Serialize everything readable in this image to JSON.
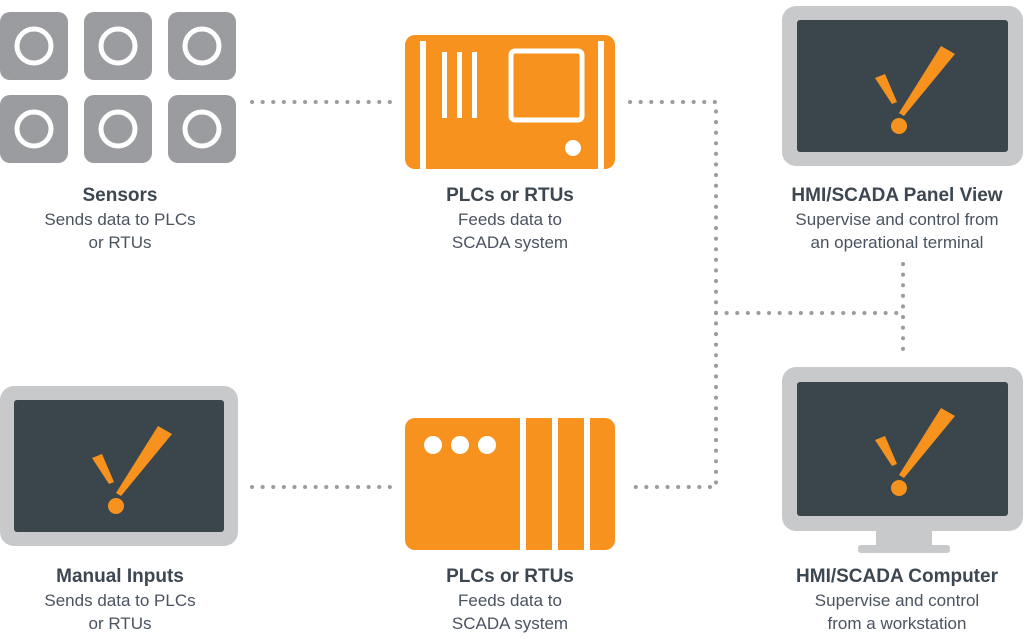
{
  "colors": {
    "accent": "#f7921e",
    "screen": "#3b464c",
    "frame": "#c8c9cb",
    "sensor": "#9b9ca0",
    "connector": "#9b9ca0",
    "text": "#3d4751"
  },
  "nodes": {
    "sensors": {
      "title": "Sensors",
      "desc": [
        "Sends data to PLCs",
        "or RTUs"
      ],
      "icon": "sensor-grid-icon"
    },
    "plc_top": {
      "title": "PLCs or RTUs",
      "desc": [
        "Feeds data to",
        "SCADA system"
      ],
      "icon": "plc-icon"
    },
    "panel_view": {
      "title": "HMI/SCADA Panel View",
      "desc": [
        "Supervise and control from",
        "an operational terminal"
      ],
      "icon": "panel-screen-icon"
    },
    "manual_inputs": {
      "title": "Manual Inputs",
      "desc": [
        "Sends data to PLCs",
        "or RTUs"
      ],
      "icon": "monitor-icon"
    },
    "plc_bottom": {
      "title": "PLCs or RTUs",
      "desc": [
        "Feeds data to",
        "SCADA system"
      ],
      "icon": "rtu-icon"
    },
    "computer": {
      "title": "HMI/SCADA Computer",
      "desc": [
        "Supervise and control",
        "from a workstation"
      ],
      "icon": "computer-monitor-icon"
    }
  }
}
